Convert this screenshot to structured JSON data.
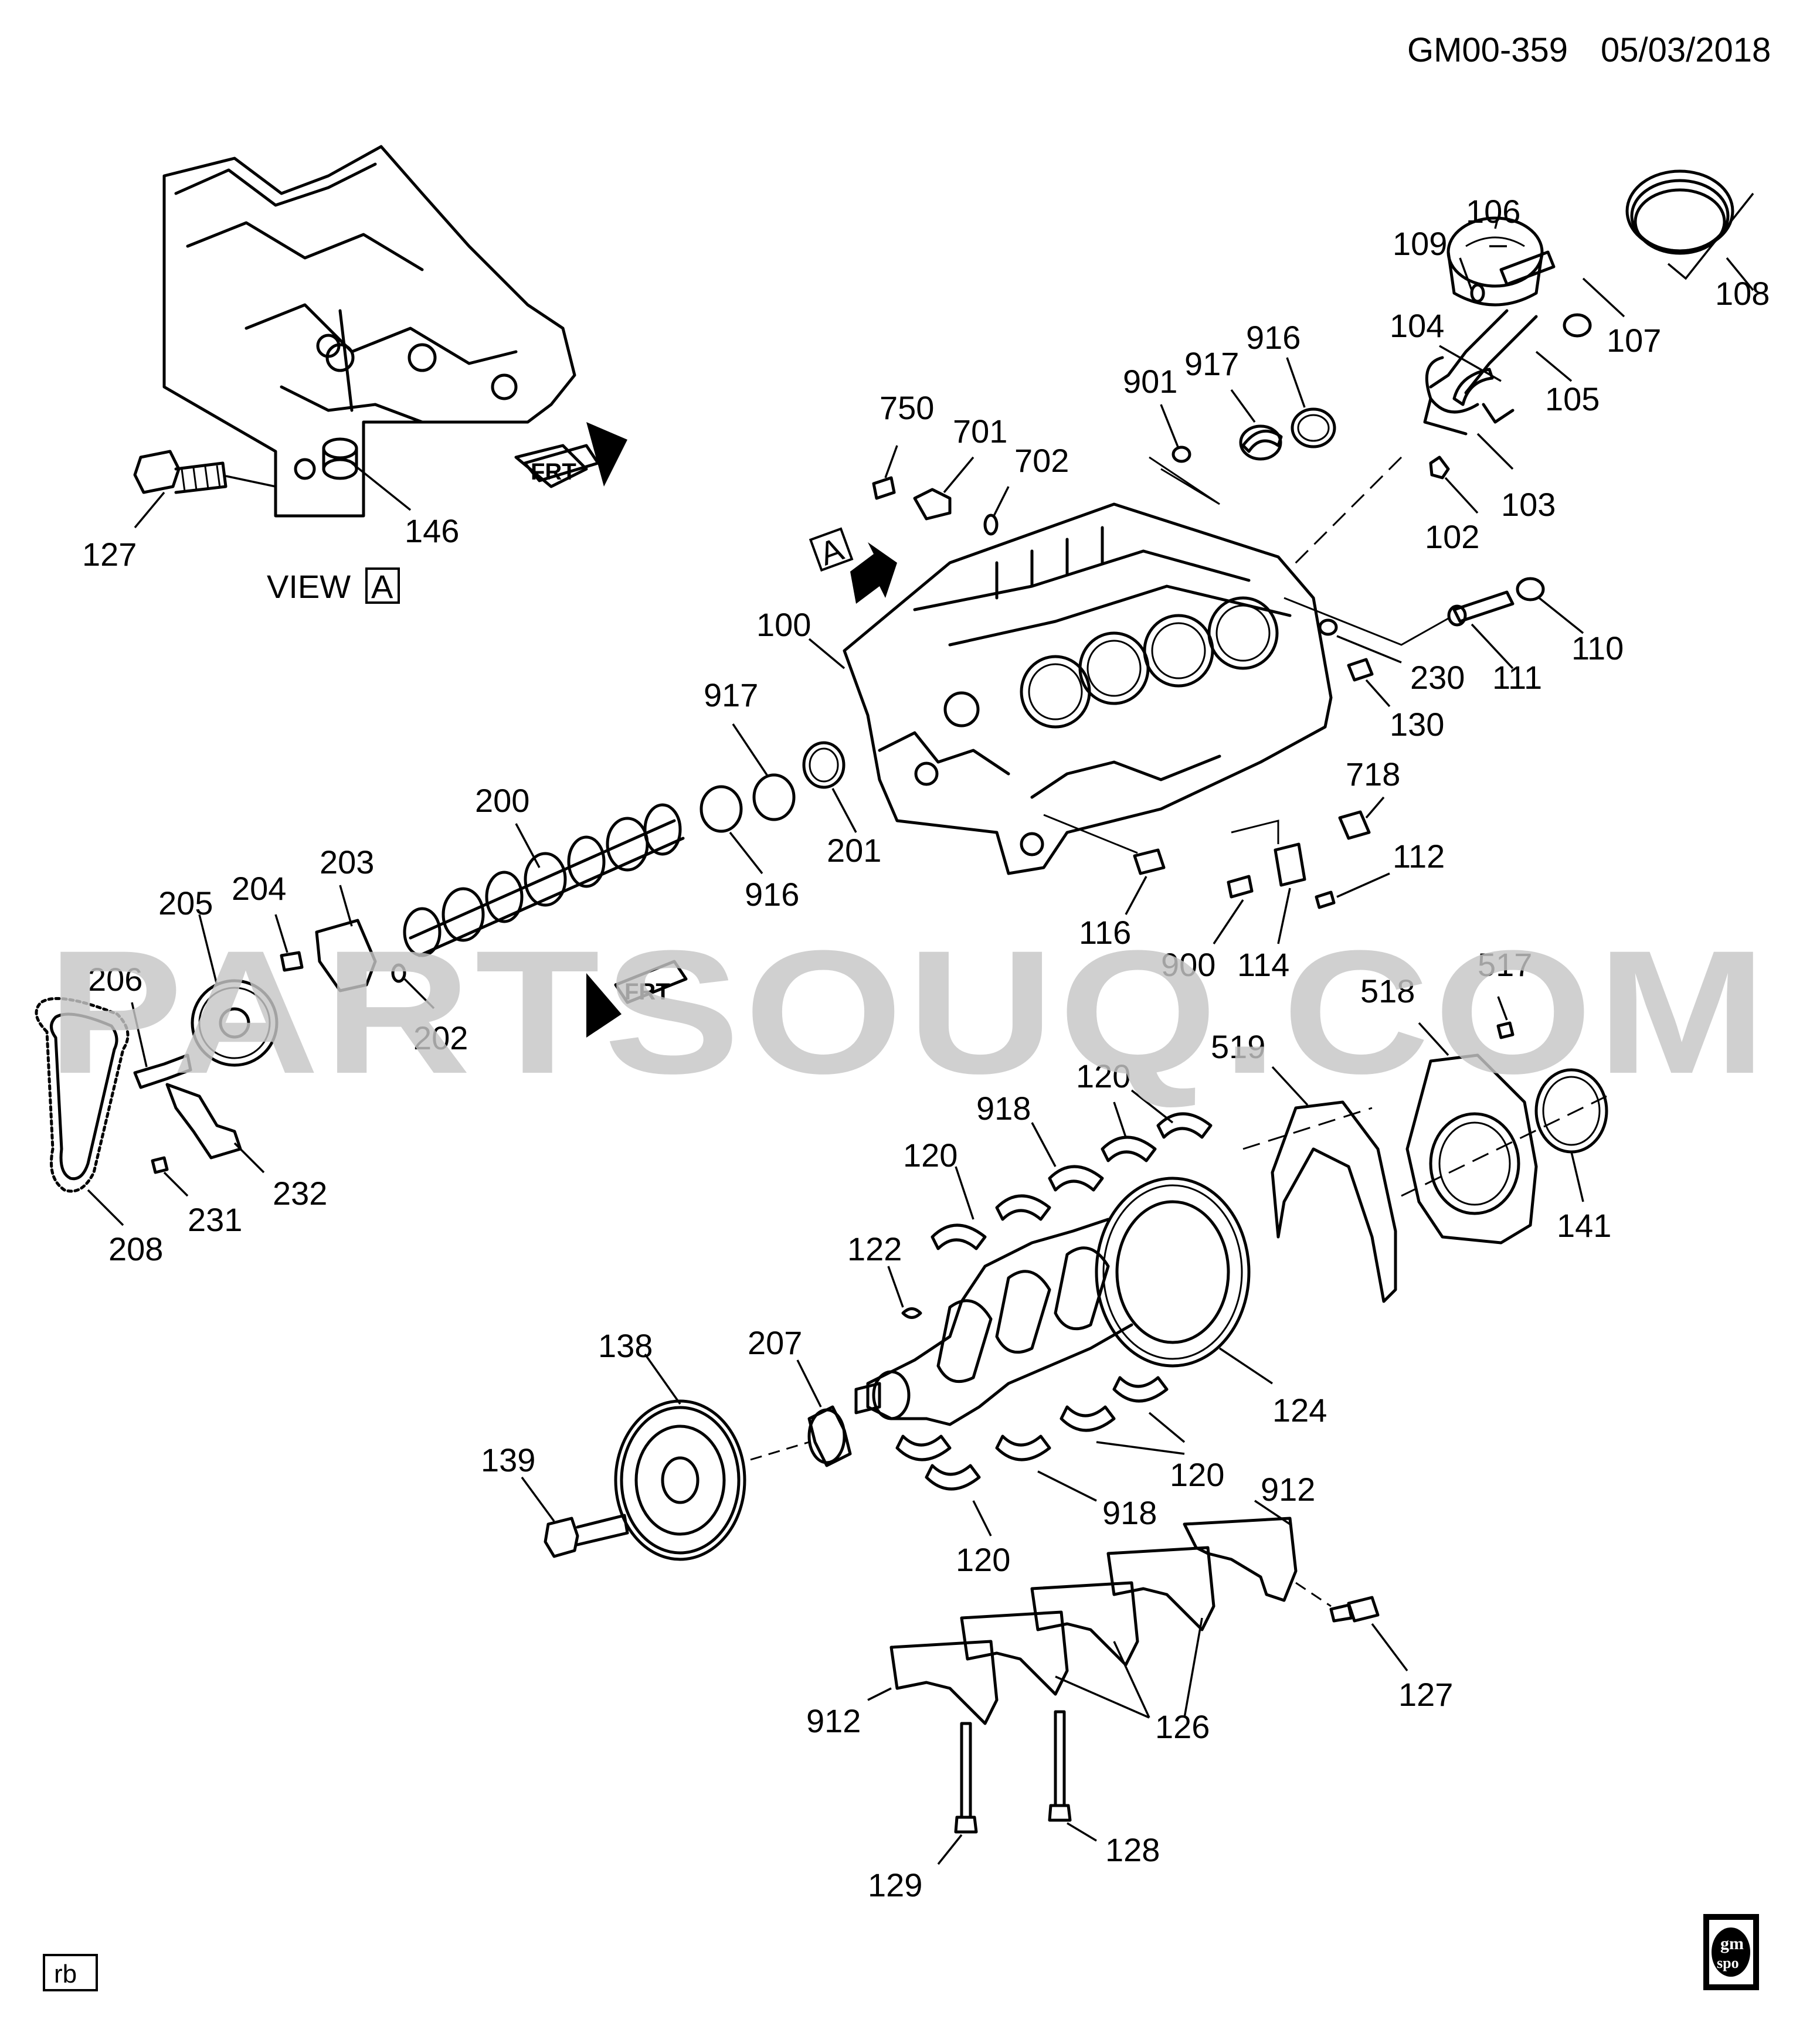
{
  "header": {
    "code": "GM00-359",
    "date": "05/03/2018"
  },
  "view_label": {
    "prefix": "VIEW",
    "letter": "A"
  },
  "view_marker": "A",
  "frt_label": "FRT",
  "watermark": "PARTSOUQ.COM",
  "footer": {
    "initials": "rb",
    "logo_top": "gm",
    "logo_bottom": "spo"
  },
  "callouts": {
    "c100": "100",
    "c101": "917",
    "c102": "102",
    "c103": "103",
    "c104": "104",
    "c105": "105",
    "c106": "106",
    "c107": "107",
    "c108": "108",
    "c109": "109",
    "c110": "110",
    "c111": "111",
    "c112": "112",
    "c114": "114",
    "c116": "116",
    "c120a": "120",
    "c120b": "120",
    "c120c": "120",
    "c120d": "120",
    "c122": "122",
    "c124": "124",
    "c126": "126",
    "c127a": "127",
    "c127b": "127",
    "c128": "128",
    "c129": "129",
    "c130": "130",
    "c138": "138",
    "c139": "139",
    "c141": "141",
    "c146": "146",
    "c200": "200",
    "c201": "201",
    "c202": "202",
    "c203": "203",
    "c204": "204",
    "c205": "205",
    "c206": "206",
    "c207": "207",
    "c208": "208",
    "c230": "230",
    "c231": "231",
    "c232": "232",
    "c517": "517",
    "c518": "518",
    "c519": "519",
    "c701": "701",
    "c702": "702",
    "c718": "718",
    "c750": "750",
    "c900": "900",
    "c901": "901",
    "c912a": "912",
    "c912b": "912",
    "c916a": "916",
    "c916b": "916",
    "c917a": "917",
    "c918a": "918",
    "c918b": "918"
  }
}
